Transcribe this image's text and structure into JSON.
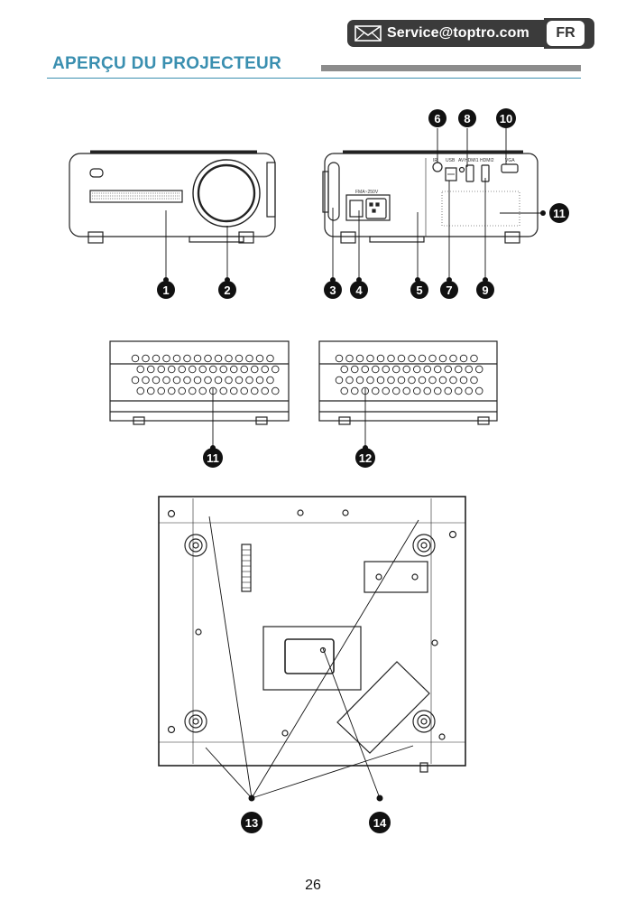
{
  "header": {
    "service_email": "Service@toptro.com",
    "language_code": "FR",
    "mail_icon": "envelope-icon"
  },
  "page_title": "APERÇU DU PROJECTEUR",
  "port_labels": {
    "ir": "IR",
    "usb": "USB",
    "av": "AV",
    "hdmi1": "HDMI1",
    "hdmi2": "HDMI2",
    "vga": "VGA",
    "power": "FMA~250V"
  },
  "callouts": {
    "c1": "1",
    "c2": "2",
    "c3": "3",
    "c4": "4",
    "c5": "5",
    "c6": "6",
    "c7": "7",
    "c8": "8",
    "c9": "9",
    "c10": "10",
    "c11a": "11",
    "c11b": "11",
    "c12": "12",
    "c13": "13",
    "c14": "14"
  },
  "page_number": "26",
  "colors": {
    "title": "#3a8fb0",
    "banner": "#3b3b3b",
    "title_bar": "#8c8c8c"
  }
}
